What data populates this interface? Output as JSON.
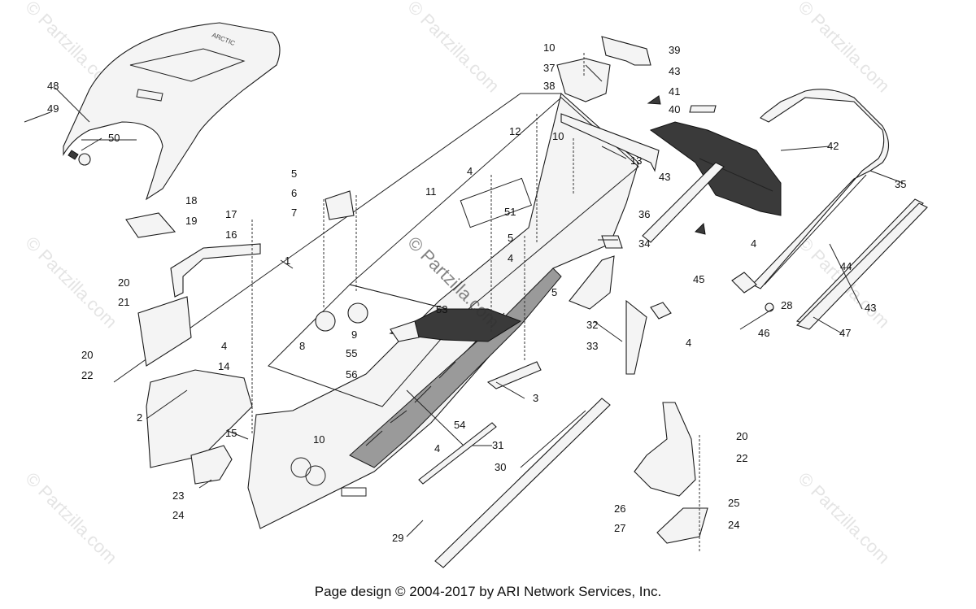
{
  "watermark": "© Partzilla.com",
  "watermark_center": "© Partzilla.com",
  "footer": "Page design © 2004-2017 by ARI Network Services, Inc.",
  "callouts": {
    "c1": "1",
    "c2": "2",
    "c3": "3",
    "c4a": "4",
    "c4b": "4",
    "c4c": "4",
    "c4d": "4",
    "c4e": "4",
    "c4f": "4",
    "c5a": "5",
    "c5b": "5",
    "c5c": "5",
    "c6": "6",
    "c7": "7",
    "c8": "8",
    "c9": "9",
    "c10a": "10",
    "c10b": "10",
    "c10c": "10",
    "c11": "11",
    "c12": "12",
    "c13": "13",
    "c14": "14",
    "c15": "15",
    "c16": "16",
    "c17": "17",
    "c18": "18",
    "c19": "19",
    "c20a": "20",
    "c20b": "20",
    "c20c": "20",
    "c21": "21",
    "c22a": "22",
    "c22b": "22",
    "c23": "23",
    "c24a": "24",
    "c24b": "24",
    "c25": "25",
    "c26": "26",
    "c27": "27",
    "c28": "28",
    "c29": "29",
    "c30": "30",
    "c31": "31",
    "c32": "32",
    "c33": "33",
    "c34": "34",
    "c35": "35",
    "c36": "36",
    "c37": "37",
    "c38": "38",
    "c39": "39",
    "c40": "40",
    "c41": "41",
    "c42": "42",
    "c43a": "43",
    "c43b": "43",
    "c43c": "43",
    "c44": "44",
    "c45": "45",
    "c46": "46",
    "c47": "47",
    "c48": "48",
    "c49": "49",
    "c50": "50",
    "c51": "51",
    "c53": "53",
    "c54": "54",
    "c55": "55",
    "c56": "56"
  }
}
